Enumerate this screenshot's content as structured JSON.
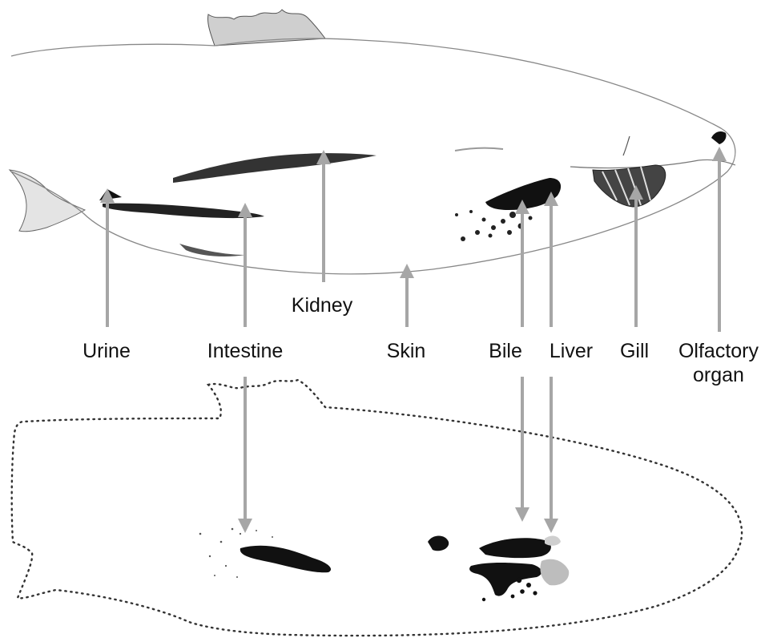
{
  "labels": {
    "kidney": "Kidney",
    "urine": "Urine",
    "intestine": "Intestine",
    "skin": "Skin",
    "bile": "Bile",
    "liver": "Liver",
    "gill": "Gill",
    "olfactory_line1": "Olfactory",
    "olfactory_line2": "organ"
  },
  "colors": {
    "arrow": "#a6a6a6",
    "tissue": "#111111",
    "outline": "#333333"
  }
}
